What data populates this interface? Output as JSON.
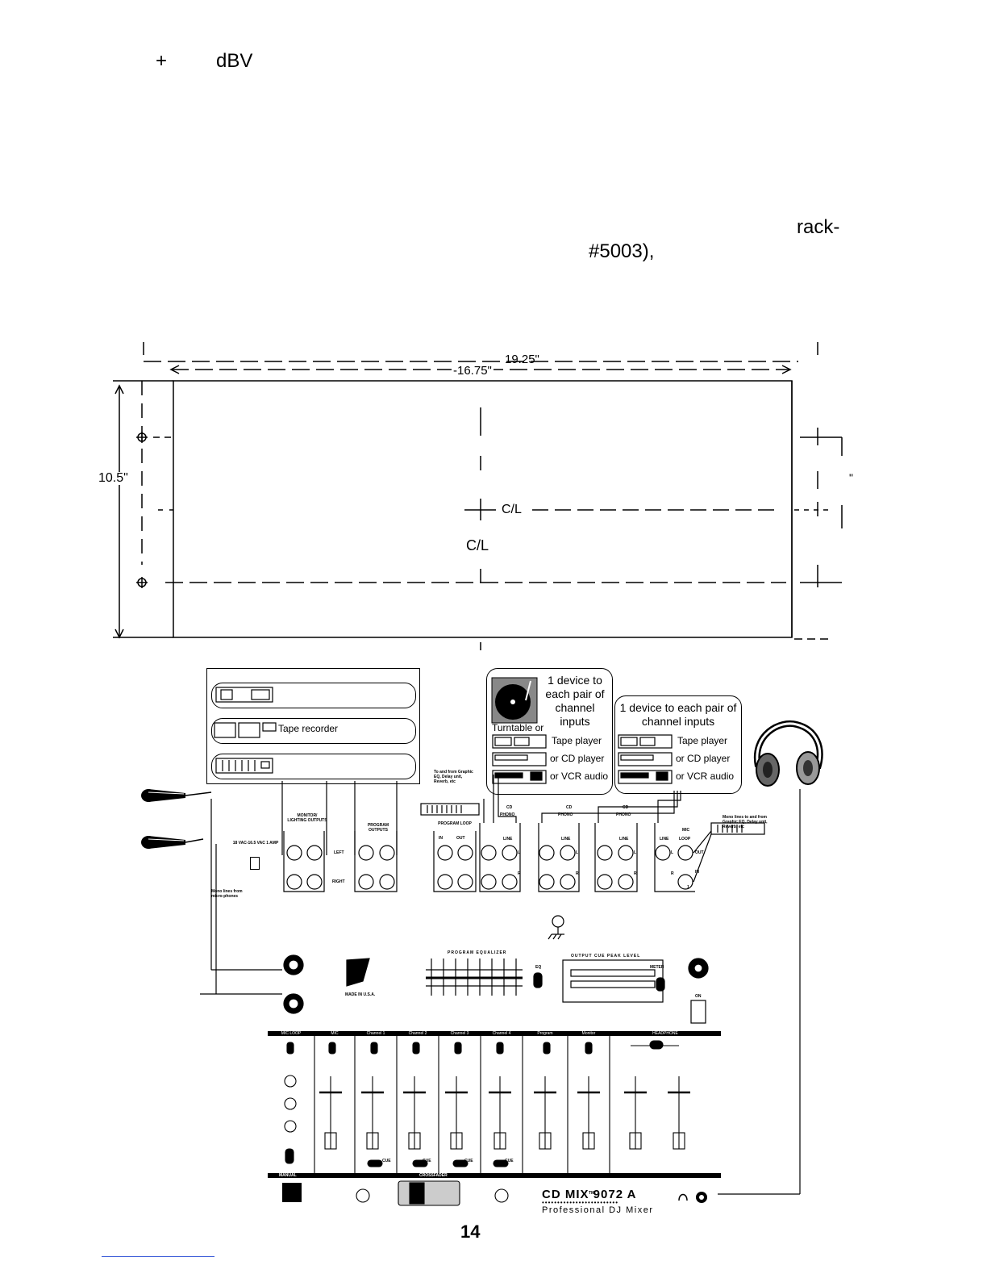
{
  "header": {
    "plus": "+",
    "unit": "dBV",
    "rack": "rack-",
    "part": "#5003),"
  },
  "dimensions": {
    "width_outer": "19.25\"",
    "width_inner": "-16.75\"",
    "height": "10.5\"",
    "centerline_h": "C/L",
    "centerline_v": "C/L",
    "right_quote": "\""
  },
  "devices_left": {
    "tape_recorder": "Tape recorder"
  },
  "group_turntable": {
    "caption": "1 device to each pair of channel inputs",
    "turntable": "Turntable or",
    "tape": "Tape player",
    "cd": "or CD player",
    "vcr": "or VCR audio"
  },
  "group_right": {
    "caption": "1 device to each pair of channel inputs",
    "tape": "Tape player",
    "cd": "or CD player",
    "vcr": "or VCR audio"
  },
  "rear_panel": {
    "eq_note": "To and from Graphic EQ, Delay unit, Reverb, etc",
    "mono_note_right": "Mono lines to and from Graphic EQ, Delay unit, Reverb, etc",
    "mono_note_left": "Mono lines from micro-phones",
    "power": "18 VAC-16.5 VAC 1 AMP",
    "monitor": "MONITOR/ LIGHTING OUTPUTS",
    "program": "PROGRAM OUTPUTS",
    "loop": "PROGRAM LOOP",
    "in": "IN",
    "out": "OUT",
    "left": "LEFT",
    "right": "RIGHT",
    "cd": "CD",
    "phono": "PHONO",
    "line": "LINE",
    "mic": "MIC",
    "mic_loop": "LOOP",
    "l": "L",
    "r": "R",
    "o": "o",
    "loop_out": "OUT",
    "loop_in": "IN",
    "one": "1"
  },
  "front_panel": {
    "made_in": "MADE IN U.S.A.",
    "program_eq": "PROGRAM EQUALIZER",
    "eq": "EQ",
    "peak": "OUTPUT CUE PEAK LEVEL",
    "meter": "METER",
    "on": "ON",
    "strip_labels": [
      "MIC LOOP",
      "MIC",
      "Channel 1",
      "Channel 2",
      "Channel 3",
      "Channel 4",
      "Program",
      "Monitor",
      "HEADPHONE"
    ],
    "cue": "CUE",
    "manual": "MANUAL",
    "crossfader": "CROSSFADER",
    "model": "CD MIX 9072 A",
    "tm": "TM",
    "tagline": "Professional DJ Mixer"
  },
  "page": {
    "number": "14"
  }
}
